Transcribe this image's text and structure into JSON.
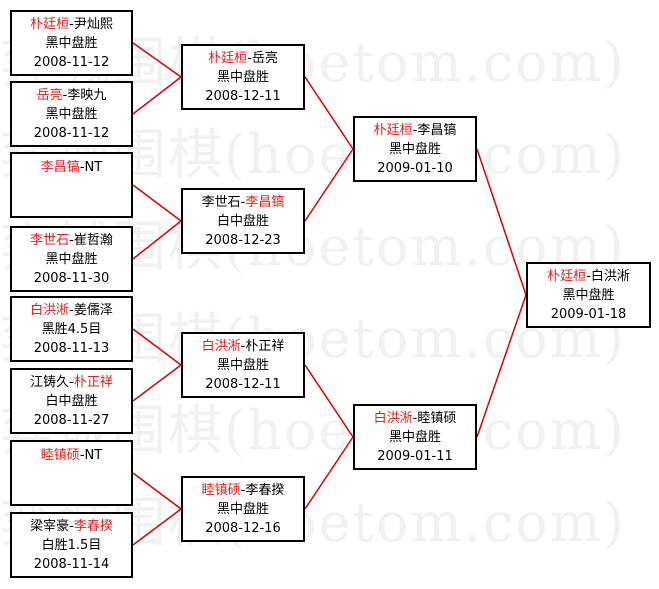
{
  "watermark": [
    "hoetom.com",
    "hoetom.com",
    "hoetom.com",
    "hoetom.com",
    "hoetom.com",
    "hoetom.com"
  ],
  "watermark_han": "弈城围棋",
  "colors": {
    "winner": "#e02020",
    "line": "#e00000",
    "border": "#000000",
    "text": "#000000"
  },
  "round1": [
    {
      "p1": "朴廷桓",
      "sep": "-",
      "p2": "尹灿熙",
      "winner": 1,
      "result": "黑中盘胜",
      "date": "2008-11-12"
    },
    {
      "p1": "岳亮",
      "sep": "-",
      "p2": "李映九",
      "winner": 1,
      "result": "黑中盘胜",
      "date": "2008-11-12"
    },
    {
      "p1": "李昌镐",
      "sep": "-",
      "p2": "NT",
      "winner": 1,
      "result": "",
      "date": ""
    },
    {
      "p1": "李世石",
      "sep": "-",
      "p2": "崔哲瀚",
      "winner": 1,
      "result": "黑中盘胜",
      "date": "2008-11-30"
    },
    {
      "p1": "白洪淅",
      "sep": "-",
      "p2": "姜儒泽",
      "winner": 1,
      "result": "黑胜4.5目",
      "date": "2008-11-13"
    },
    {
      "p1": "江铸久",
      "sep": "-",
      "p2": "朴正祥",
      "winner": 2,
      "result": "白中盘胜",
      "date": "2008-11-27"
    },
    {
      "p1": "睦镇硕",
      "sep": "-",
      "p2": "NT",
      "winner": 1,
      "result": "",
      "date": ""
    },
    {
      "p1": "梁宰豪",
      "sep": "-",
      "p2": "李春揆",
      "winner": 2,
      "result": "白胜1.5目",
      "date": "2008-11-14"
    }
  ],
  "round2": [
    {
      "p1": "朴廷桓",
      "sep": "-",
      "p2": "岳亮",
      "winner": 1,
      "result": "黑中盘胜",
      "date": "2008-12-11"
    },
    {
      "p1": "李世石",
      "sep": "-",
      "p2": "李昌镐",
      "winner": 2,
      "result": "白中盘胜",
      "date": "2008-12-23"
    },
    {
      "p1": "白洪淅",
      "sep": "-",
      "p2": "朴正祥",
      "winner": 1,
      "result": "黑中盘胜",
      "date": "2008-12-11"
    },
    {
      "p1": "睦镇硕",
      "sep": "-",
      "p2": "李春揆",
      "winner": 1,
      "result": "黑中盘胜",
      "date": "2008-12-16"
    }
  ],
  "round3": [
    {
      "p1": "朴廷桓",
      "sep": "-",
      "p2": "李昌镐",
      "winner": 1,
      "result": "黑中盘胜",
      "date": "2009-01-10"
    },
    {
      "p1": "白洪淅",
      "sep": "-",
      "p2": "睦镇硕",
      "winner": 1,
      "result": "黑中盘胜",
      "date": "2009-01-11"
    }
  ],
  "final": [
    {
      "p1": "朴廷桓",
      "sep": "-",
      "p2": "白洪淅",
      "winner": 1,
      "result": "黑中盘胜",
      "date": "2009-01-18"
    }
  ]
}
